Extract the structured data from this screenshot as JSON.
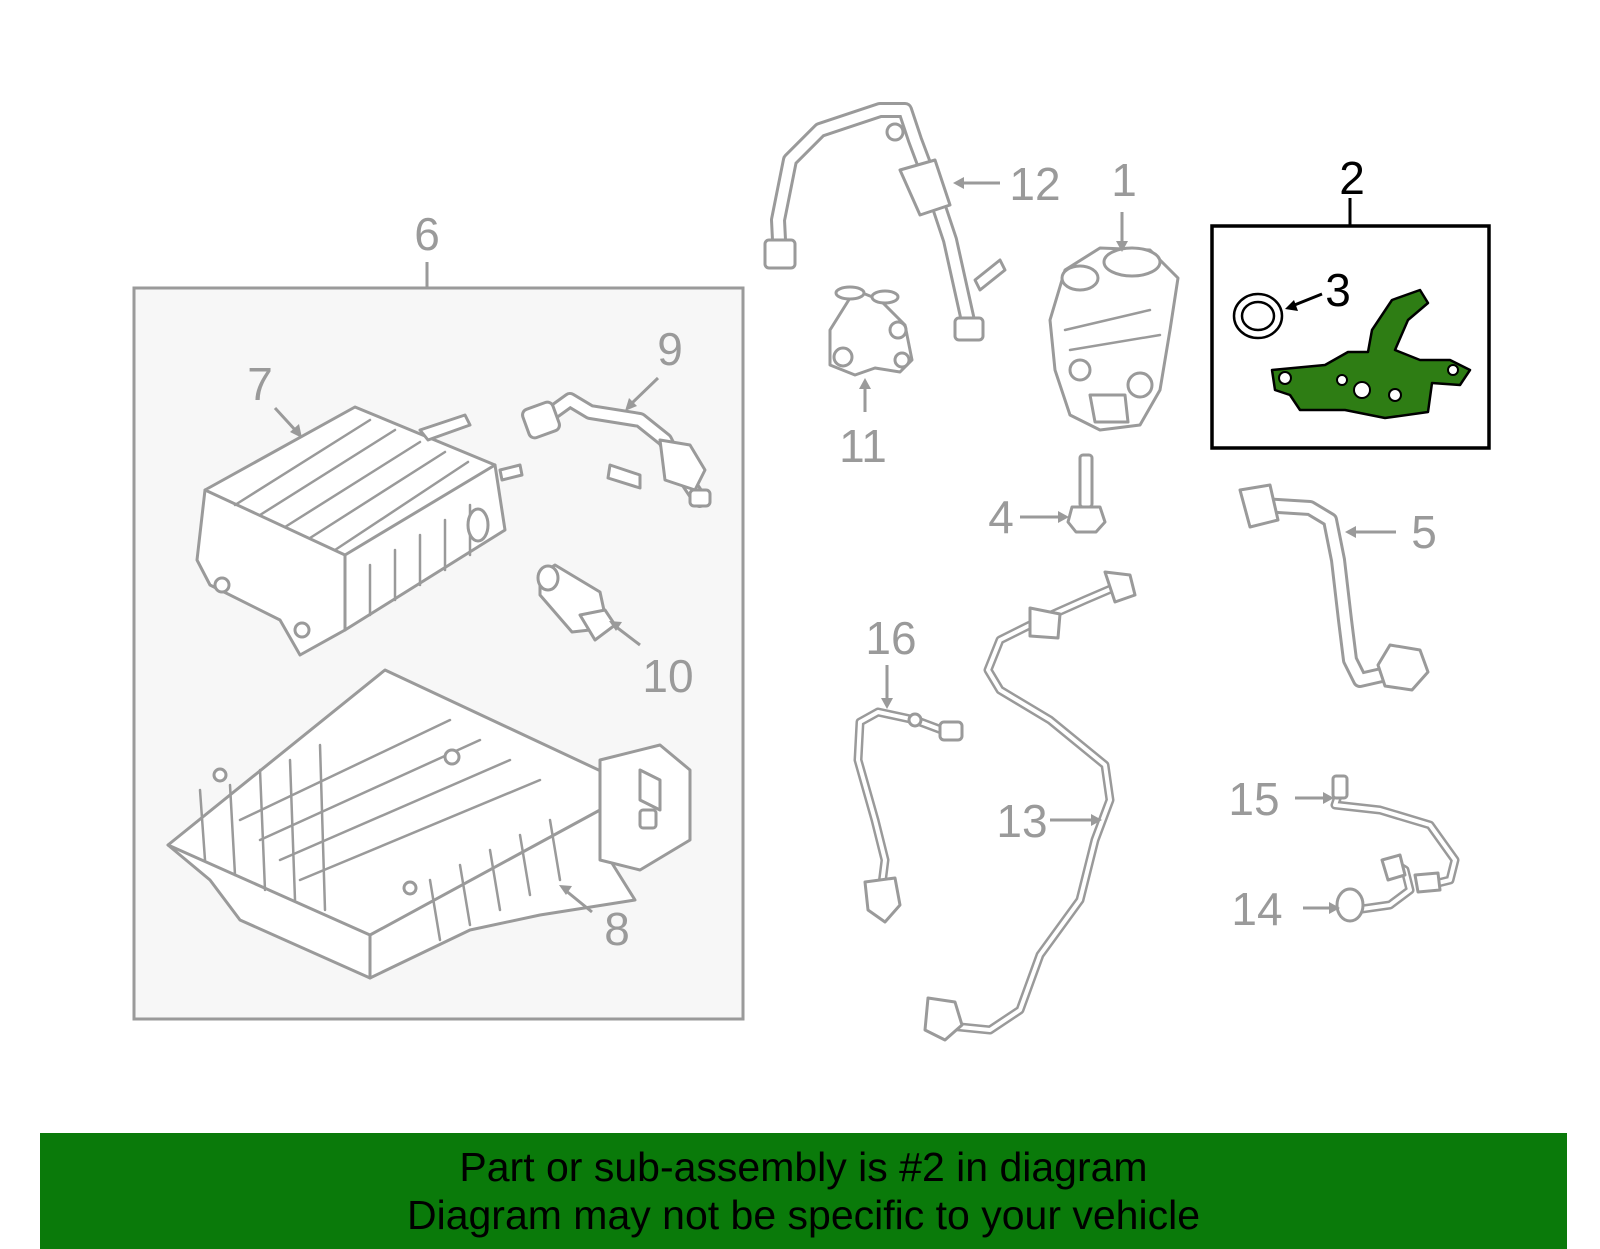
{
  "diagram": {
    "callouts": {
      "c1": "1",
      "c2": "2",
      "c3": "3",
      "c4": "4",
      "c5": "5",
      "c6": "6",
      "c7": "7",
      "c8": "8",
      "c9": "9",
      "c10": "10",
      "c11": "11",
      "c12": "12",
      "c13": "13",
      "c14": "14",
      "c15": "15",
      "c16": "16"
    },
    "highlighted_callout": "2",
    "colors": {
      "highlight_part": "#2e7d14",
      "banner": "#0a7a0a",
      "line_art": "#9a9a9a"
    }
  },
  "banner": {
    "line1": "Part or sub-assembly is #2 in diagram",
    "line2": "Diagram may not be specific to your vehicle"
  }
}
